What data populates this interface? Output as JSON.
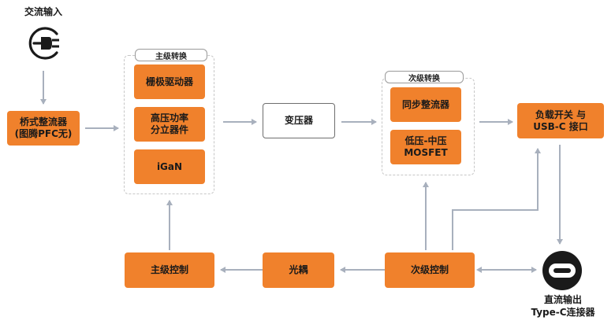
{
  "ac_input": {
    "label": "交流输入",
    "icon": "plug-icon"
  },
  "bridge_rectifier": {
    "line1": "桥式整流器",
    "line2": "(图腾PFC无)"
  },
  "primary_group": {
    "label": "主级转换",
    "items": [
      "栅极驱动器",
      "高压功率\n分立器件",
      "iGaN"
    ]
  },
  "transformer": {
    "label": "变压器"
  },
  "secondary_group": {
    "label": "次级转换",
    "items": [
      "同步整流器",
      "低压-中压\nMOSFET"
    ]
  },
  "load_switch": {
    "line1": "负载开关 与",
    "line2": "USB-C 接口"
  },
  "primary_control": {
    "label": "主级控制"
  },
  "optocoupler": {
    "label": "光耦"
  },
  "secondary_control": {
    "label": "次级控制"
  },
  "dc_output": {
    "line1": "直流输出",
    "line2": "Type-C连接器",
    "icon": "usb-c-port-icon"
  },
  "colors": {
    "accent": "#f0812c",
    "arrow": "#a8b0bd",
    "outline": "#6e6e6e"
  }
}
